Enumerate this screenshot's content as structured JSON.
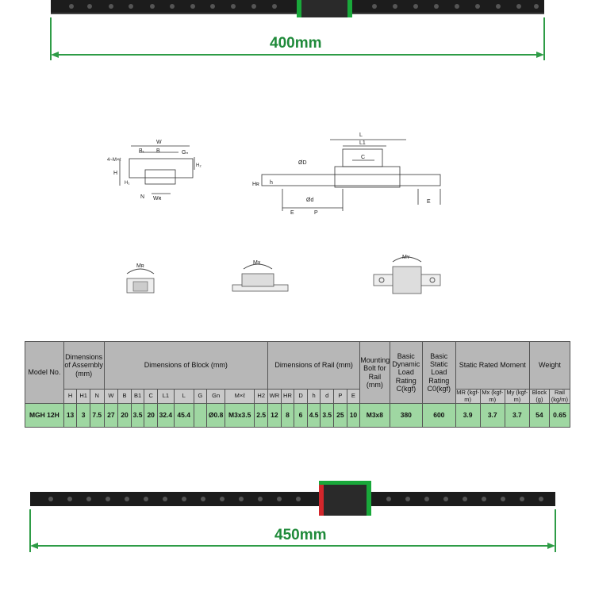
{
  "top_rail": {
    "length_label": "400mm"
  },
  "bottom_rail": {
    "length_label": "450mm"
  },
  "drawing_labels": {
    "front_view": [
      "W",
      "B",
      "B1",
      "G",
      "4~M×ℓ",
      "H",
      "H1",
      "N",
      "W",
      "WR",
      "HR"
    ],
    "side_view": [
      "L",
      "L1",
      "C",
      "ØD",
      "h",
      "Ød",
      "E",
      "P",
      "E"
    ],
    "moments": [
      "MR",
      "Mx",
      "My"
    ]
  },
  "table": {
    "group_headers": {
      "model_no": "Model No.",
      "assembly": "Dimensions of Assembly (mm)",
      "block": "Dimensions of Block (mm)",
      "rail": "Dimensions of Rail (mm)",
      "mounting_bolt": "Mounting Bolt for Rail (mm)",
      "basic_dynamic": "Basic Dynamic Load Rating C(kgf)",
      "basic_static": "Basic Static Load Rating C0(kgf)",
      "static_moment": "Static Rated Moment",
      "weight": "Weight"
    },
    "sub_headers": [
      "H",
      "H1",
      "N",
      "W",
      "B",
      "B1",
      "C",
      "L1",
      "L",
      "G",
      "Gn",
      "M×ℓ",
      "H2",
      "WR",
      "HR",
      "D",
      "h",
      "d",
      "P",
      "E",
      "MR (kgf-m)",
      "Mx (kgf-m)",
      "My (kgf-m)",
      "Block (g)",
      "Rail (kg/m)"
    ],
    "row": [
      "MGH 12H",
      "13",
      "3",
      "7.5",
      "27",
      "20",
      "3.5",
      "20",
      "32.4",
      "45.4",
      "",
      "Ø0.8",
      "M3x3.5",
      "2.5",
      "12",
      "8",
      "6",
      "4.5",
      "3.5",
      "25",
      "10",
      "M3x8",
      "380",
      "600",
      "3.9",
      "3.7",
      "3.7",
      "54",
      "0.65"
    ]
  },
  "colors": {
    "dimension_line": "#2e9c46",
    "table_header": "#b7b7b7",
    "table_row": "#9fd7a2",
    "rail": "#1c1c1c",
    "seal_green": "#19a83a",
    "seal_red": "#d3262b"
  }
}
